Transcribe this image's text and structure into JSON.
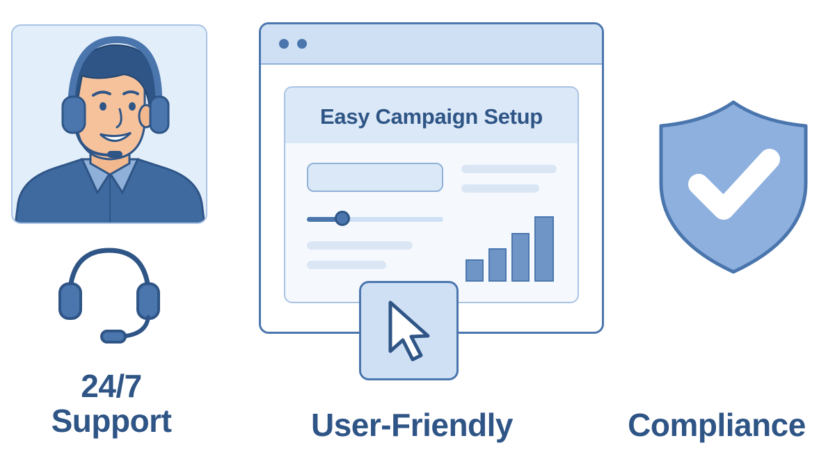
{
  "features": {
    "support": {
      "line1": "24/7",
      "line2": "Support"
    },
    "user_friendly": {
      "label": "User-Friendly",
      "window_title": "Easy Campaign Setup",
      "slider_value": 0.26
    },
    "compliance": {
      "label": "Compliance"
    }
  },
  "icons": {
    "agent": "support-agent-icon",
    "headset": "headset-icon",
    "cursor": "cursor-icon",
    "bar_chart": "bar-chart-icon",
    "shield": "shield-check-icon"
  },
  "colors": {
    "primary": "#2e5586",
    "accent": "#4a76ad",
    "light": "#cfe0f5",
    "shield_fill": "#8eb0de"
  }
}
